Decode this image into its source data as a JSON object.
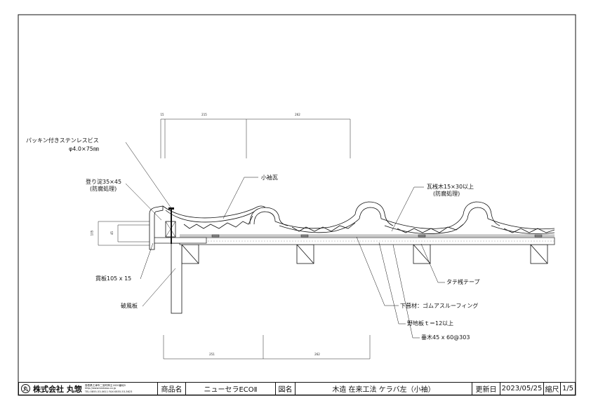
{
  "labels": {
    "screw": "パッキン付きステンレスビス",
    "screw_size": "φ4.0×75㎜",
    "nobori": "登り淀35×45",
    "nobori_sub": "(防腐処理)",
    "kosode": "小袖瓦",
    "sanki": "瓦桟木15×30以上",
    "sanki_sub": "(防腐処理)",
    "tatesan": "タテ桟テープ",
    "nukiita": "貫板105 x 15",
    "hafuita": "破風板",
    "shitabuki": "下葺材：ゴムアスルーフィング",
    "nojiita": "野地板ｔ＝12以上",
    "taruki": "垂木45 x 60@303"
  },
  "dimensions": {
    "top": [
      "15",
      "215",
      "262"
    ],
    "bottom": [
      "251",
      "262"
    ],
    "left_outer": "105",
    "left_inner": "45"
  },
  "titleblock": {
    "company_logo": "丸",
    "company_name": "株式会社 丸惣",
    "address": "島根県江津市二宮町神主1620番地5",
    "url": "http://www.kamaso.co.jp",
    "tel": "TEL:0855-53-0611 FAX:0855-53-3623",
    "product_label": "商品名",
    "product": "ニューセラECOⅡ",
    "drawing_label": "図名",
    "drawing": "木造 在来工法 ケラバ左（小袖）",
    "updated_label": "更新日",
    "updated": "2023/05/25",
    "scale_label": "縮尺",
    "scale": "1/5"
  },
  "colors": {
    "line": "#111111",
    "hatch": "#555555",
    "fill": "#ffffff"
  }
}
